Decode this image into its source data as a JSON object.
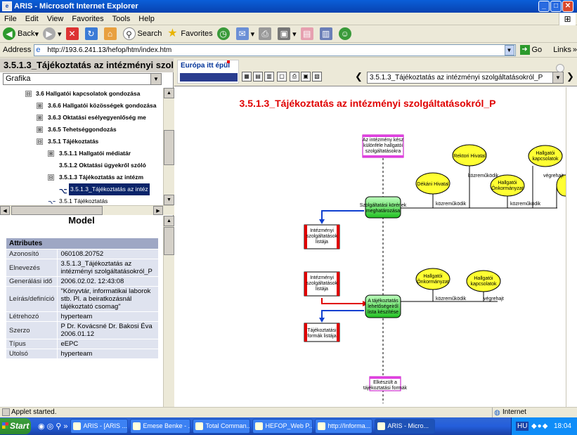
{
  "window": {
    "title": "ARIS - Microsoft Internet Explorer"
  },
  "menu": [
    "File",
    "Edit",
    "View",
    "Favorites",
    "Tools",
    "Help"
  ],
  "toolbar": {
    "back": "Back",
    "search": "Search",
    "favorites": "Favorites"
  },
  "address": {
    "label": "Address",
    "url": "http://193.6.241.13/hefop/htm/index.htm",
    "go": "Go",
    "links": "Links"
  },
  "left": {
    "title": "3.5.1.3_Tájékoztatás az intézményi szolg",
    "view_select": "Grafika",
    "tree": [
      {
        "label": "3.6 Hallgatói kapcsolatok gondozása",
        "sign": "⊟",
        "level": 0
      },
      {
        "label": "3.6.6 Hallgatói közösségek gondozása",
        "sign": "⊞",
        "level": 1
      },
      {
        "label": "3.6.3 Oktatási esélyegyenlőség me",
        "sign": "⊞",
        "level": 1
      },
      {
        "label": "3.6.5 Tehetséggondozás",
        "sign": "⊞",
        "level": 1
      },
      {
        "label": "3.5.1 Tájékoztatás",
        "sign": "⊟",
        "level": 1
      },
      {
        "label": "3.5.1.1 Hallgatói médiatár",
        "sign": "⊞",
        "level": 2
      },
      {
        "label": "3.5.1.2 Oktatási ügyekről szóló",
        "sign": "",
        "level": 2
      },
      {
        "label": "3.5.1.3 Tájékoztatás az intézm",
        "sign": "⊟",
        "level": 2
      },
      {
        "label": "3.5.1.3_Tájékoztatás az intéz",
        "sign": "",
        "level": 3,
        "selected": true
      },
      {
        "label": "3.5.1 Tájékoztatás",
        "sign": "",
        "level": 2,
        "model": true
      }
    ],
    "model_header": "Model",
    "attr_header": "Attributes",
    "attributes": [
      {
        "k": "Azonosító",
        "v": "060108.20752"
      },
      {
        "k": "Elnevezés",
        "v": "3.5.1.3_Tájékoztatás az intézményi szolgáltatásokról_P"
      },
      {
        "k": "Generálási idő",
        "v": "2006.02.02. 12:43:08"
      },
      {
        "k": "Leírás/definíció",
        "v": "\"Könyvtár, informatikai laborok stb. Pl. a beiratkozásnál tájékoztató csomag\""
      },
      {
        "k": "Létrehozó",
        "v": "hyperteam"
      },
      {
        "k": "Szerzo",
        "v": "P Dr. Kovácsné Dr. Bakosi Éva 2006.01.12"
      },
      {
        "k": "Típus",
        "v": "eEPC"
      },
      {
        "k": "Utolsó",
        "v": "hyperteam"
      }
    ]
  },
  "right": {
    "eu_text": "Európa itt épül",
    "nav_select": "3.5.1.3_Tájékoztatás az intézményi szolgáltatásokról_P",
    "diagram_title": "3.5.1.3_Tájékoztatás az intézményi szolgáltatásokról_P",
    "nodes": {
      "start_event": [
        "Az intézmény kész",
        "különféle hallgatói",
        "szolgáltatásokra"
      ],
      "rektori": "Rektori Hivatal",
      "hallg_kap1": [
        "Hallgatói",
        "kapcsolatok"
      ],
      "dekani": "Dékáni Hivatal",
      "hallg_onk1": [
        "Hallgatói",
        "Önkormányzat"
      ],
      "func1": [
        "Szolgáltatási körének",
        "meghatározása"
      ],
      "doc1": [
        "Intézményi",
        "szolgáltatások",
        "listája"
      ],
      "doc2": [
        "Intézményi",
        "szolgáltatások",
        "listája"
      ],
      "hallg_onk2": [
        "Hallgatói",
        "Önkormányzat"
      ],
      "hallg_kap2": [
        "Hallgatói",
        "kapcsolatok"
      ],
      "func2": [
        "A tájékoztatás",
        "lehetőségeiről",
        "lista készítése"
      ],
      "doc3": [
        "Tájékoztatási",
        "formák listája"
      ],
      "end_event": [
        "Elkészült a",
        "tájékoztatási formák"
      ],
      "rel_kozremukodik": "közreműködik",
      "rel_vegrehajt": "végrehajt"
    }
  },
  "status": {
    "text": "Applet started.",
    "zone": "Internet"
  },
  "taskbar": {
    "start": "Start",
    "tasks": [
      "ARIS - [ARIS ...",
      "Emese Benke - ...",
      "Total Comman...",
      "HEFOP_Web P...",
      "http://Informa...",
      "ARIS - Micro..."
    ],
    "lang": "HU",
    "clock": "18:04"
  }
}
